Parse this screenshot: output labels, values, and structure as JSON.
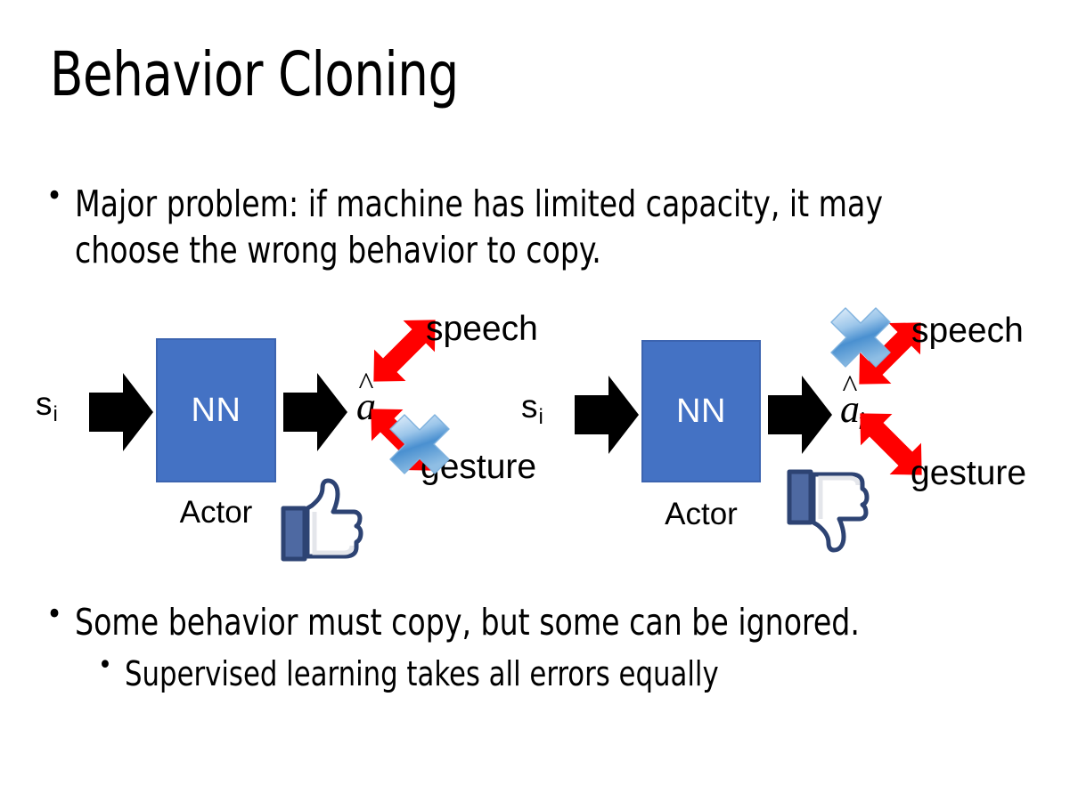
{
  "slide": {
    "title": "Behavior Cloning",
    "background_color": "#FFFFFF",
    "text_color": "#000000"
  },
  "bullets": [
    {
      "marker": "•",
      "text": "Major problem: if machine has limited capacity, it may choose the wrong behavior to copy.",
      "level": 1
    },
    {
      "marker": "•",
      "text": "Some behavior must copy, but some can be ignored.",
      "level": 1
    },
    {
      "marker": "•",
      "text": "Supervised learning takes all errors equally",
      "level": 2
    }
  ],
  "colors": {
    "nn_box_fill": "#4472C4",
    "nn_box_border": "#3C64B0",
    "nn_text": "#FFFFFF",
    "red_arrow": "#FF0000",
    "x_mark_light": "#CFE3F7",
    "x_mark_mid": "#5B9BD5",
    "x_mark_dark": "#2E75B6",
    "thumb_outline": "#3B5998",
    "thumb_fill": "#FFFFFF",
    "thumb_cuff": "#4E69A2",
    "black_arrow": "#000000"
  },
  "diagrams": [
    {
      "id": "left",
      "state_label": "s",
      "state_subscript": "i",
      "nn_label": "NN",
      "actor_label": "Actor",
      "action_label": "a",
      "action_subscript": "i",
      "action_hat": "^",
      "output_top": "speech",
      "output_bottom": "gesture",
      "x_mark_on": "gesture",
      "feedback_icon": "thumbs-up-icon",
      "feedback_meaning": "correct"
    },
    {
      "id": "right",
      "state_label": "s",
      "state_subscript": "i",
      "nn_label": "NN",
      "actor_label": "Actor",
      "action_label": "a",
      "action_subscript": "i",
      "action_hat": "^",
      "output_top": "speech",
      "output_bottom": "gesture",
      "x_mark_on": "speech",
      "feedback_icon": "thumbs-down-icon",
      "feedback_meaning": "incorrect"
    }
  ]
}
